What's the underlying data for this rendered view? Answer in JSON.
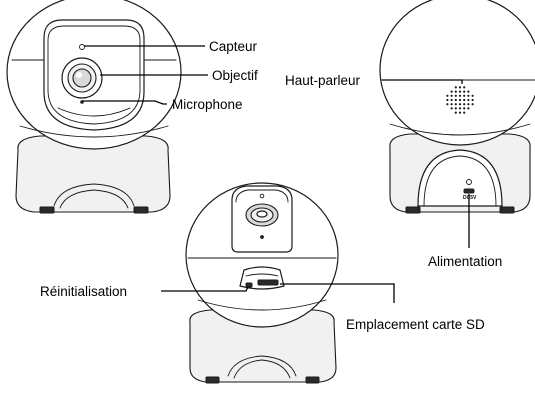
{
  "labels": {
    "capteur": "Capteur",
    "objectif": "Objectif",
    "microphone": "Microphone",
    "haut_parleur": "Haut-parleur",
    "alimentation": "Alimentation",
    "reinitialisation": "Réinitialisation",
    "emplacement_sd": "Emplacement carte SD"
  },
  "port_marking": "DC5V"
}
